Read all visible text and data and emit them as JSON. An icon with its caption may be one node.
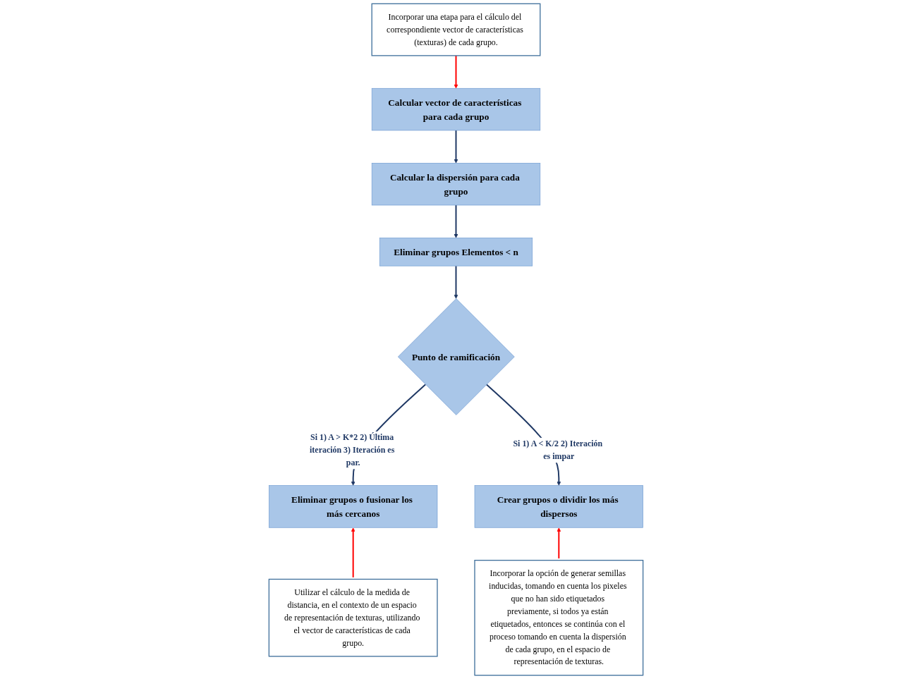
{
  "diagram": {
    "nodes": [
      {
        "text": [
          "Calcular vector de características para cada grupo"
        ]
      },
      {
        "text": [
          "Incorporar una etapa para el cálculo del correspondiente vector de características (texturas) de cada grupo."
        ]
      },
      {
        "text": [
          "Calcular la dispersión para cada grupo"
        ]
      },
      {
        "text": [
          "Eliminar grupos Elementos < n"
        ]
      },
      {
        "text": [
          "Punto de ramificación"
        ]
      },
      {
        "text": [
          "Eliminar grupos o fusionar los más cercanos"
        ]
      },
      {
        "text": [
          "Utilizar el cálculo de la medida de distancia, en el contexto de un espacio de representación de texturas, utilizando el vector de características de cada grupo."
        ]
      },
      {
        "text": [
          "Crear grupos o dividir los más dispersos"
        ]
      },
      {
        "text": [
          "Incorporar la opción de generar semillas inducidas, tomando en cuenta los pixeles que no han sido etiquetados previamente, si todos ya están etiquetados, entonces se continúa con el proceso tomando en cuenta la dispersión de cada grupo, en el espacio de representación de texturas."
        ]
      }
    ],
    "edges": [
      {
        "from": 1,
        "to": 0,
        "arrow": "to",
        "color": "#ff0000"
      },
      {
        "from": 0,
        "to": 2,
        "arrow": "to"
      },
      {
        "from": 2,
        "to": 3,
        "arrow": "to"
      },
      {
        "from": 3,
        "to": 4,
        "arrow": "to"
      },
      {
        "from": 4,
        "to": 5,
        "arrow": "to",
        "label": "Si 1) A > K*2 2) Última iteración 3) Iteración es par."
      },
      {
        "from": 6,
        "to": 5,
        "arrow": "to",
        "color": "#ff0000"
      },
      {
        "from": 4,
        "to": 7,
        "arrow": "to",
        "label": "Si 1) A < K/2 2) Iteración es impar"
      },
      {
        "from": 8,
        "to": 7,
        "arrow": "to",
        "color": "#ff0000"
      }
    ]
  }
}
